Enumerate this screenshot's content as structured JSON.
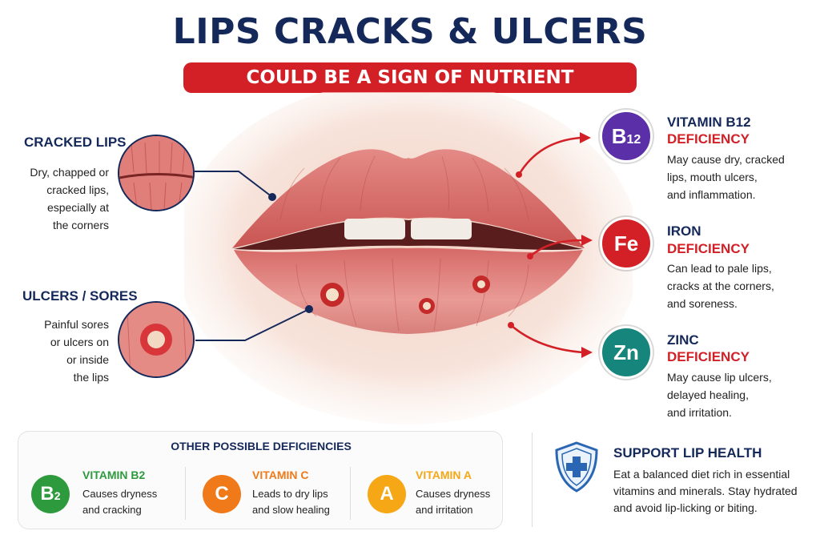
{
  "title": "LIPS CRACKS & ULCERS",
  "subtitle": "COULD BE A SIGN OF NUTRIENT DEFICIENCY",
  "left": {
    "cracked": {
      "title": "CRACKED LIPS",
      "lines": [
        "Dry, chapped or",
        "cracked lips,",
        "especially at",
        "the corners"
      ]
    },
    "ulcers": {
      "title": "ULCERS / SORES",
      "lines": [
        "Painful sores",
        "or ulcers on",
        "or inside",
        "the lips"
      ]
    }
  },
  "deficiencies": [
    {
      "symbol": "B",
      "sub": "12",
      "name": "VITAMIN B12",
      "label": "DEFICIENCY",
      "lines": [
        "May cause dry, cracked",
        "lips, mouth ulcers,",
        "and inflammation."
      ],
      "color": "#5b2fa8"
    },
    {
      "symbol": "Fe",
      "sub": "",
      "name": "IRON",
      "label": "DEFICIENCY",
      "lines": [
        "Can lead to pale lips,",
        "cracks at the corners,",
        "and soreness."
      ],
      "color": "#d32027"
    },
    {
      "symbol": "Zn",
      "sub": "",
      "name": "ZINC",
      "label": "DEFICIENCY",
      "lines": [
        "May cause lip ulcers,",
        "delayed healing,",
        "and irritation."
      ],
      "color": "#16857c"
    }
  ],
  "other": {
    "title": "OTHER POSSIBLE DEFICIENCIES",
    "items": [
      {
        "symbol": "B",
        "sub": "2",
        "name": "VITAMIN B2",
        "lines": [
          "Causes dryness",
          "and cracking"
        ],
        "color": "#2e9a3e"
      },
      {
        "symbol": "C",
        "sub": "",
        "name": "VITAMIN C",
        "lines": [
          "Leads to dry lips",
          "and slow healing"
        ],
        "color": "#f07a1a"
      },
      {
        "symbol": "A",
        "sub": "",
        "name": "VITAMIN A",
        "lines": [
          "Causes dryness",
          "and irritation"
        ],
        "color": "#f5a716"
      }
    ]
  },
  "support": {
    "title": "SUPPORT LIP HEALTH",
    "lines": [
      "Eat a balanced diet rich in essential",
      "vitamins and minerals. Stay hydrated",
      "and avoid lip-licking or biting."
    ]
  },
  "icons": {
    "shield": "shield-cross-icon"
  },
  "colors": {
    "navy": "#14285a",
    "red": "#d32027"
  }
}
